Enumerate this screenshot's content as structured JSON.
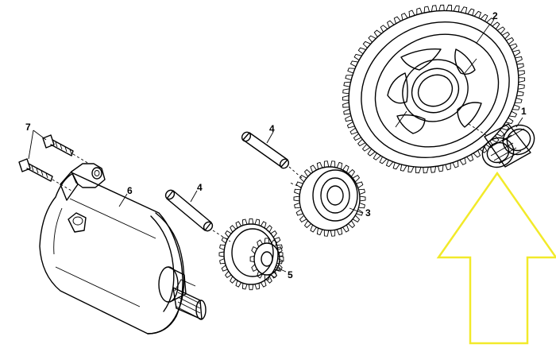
{
  "callouts": {
    "c1": "1",
    "c2": "2",
    "c3": "3",
    "c4a": "4",
    "c4b": "4",
    "c5": "5",
    "c6": "6",
    "c7": "7"
  },
  "colors": {
    "line": "#000000",
    "highlight_arrow": "#f2ea2a",
    "background": "#ffffff"
  }
}
